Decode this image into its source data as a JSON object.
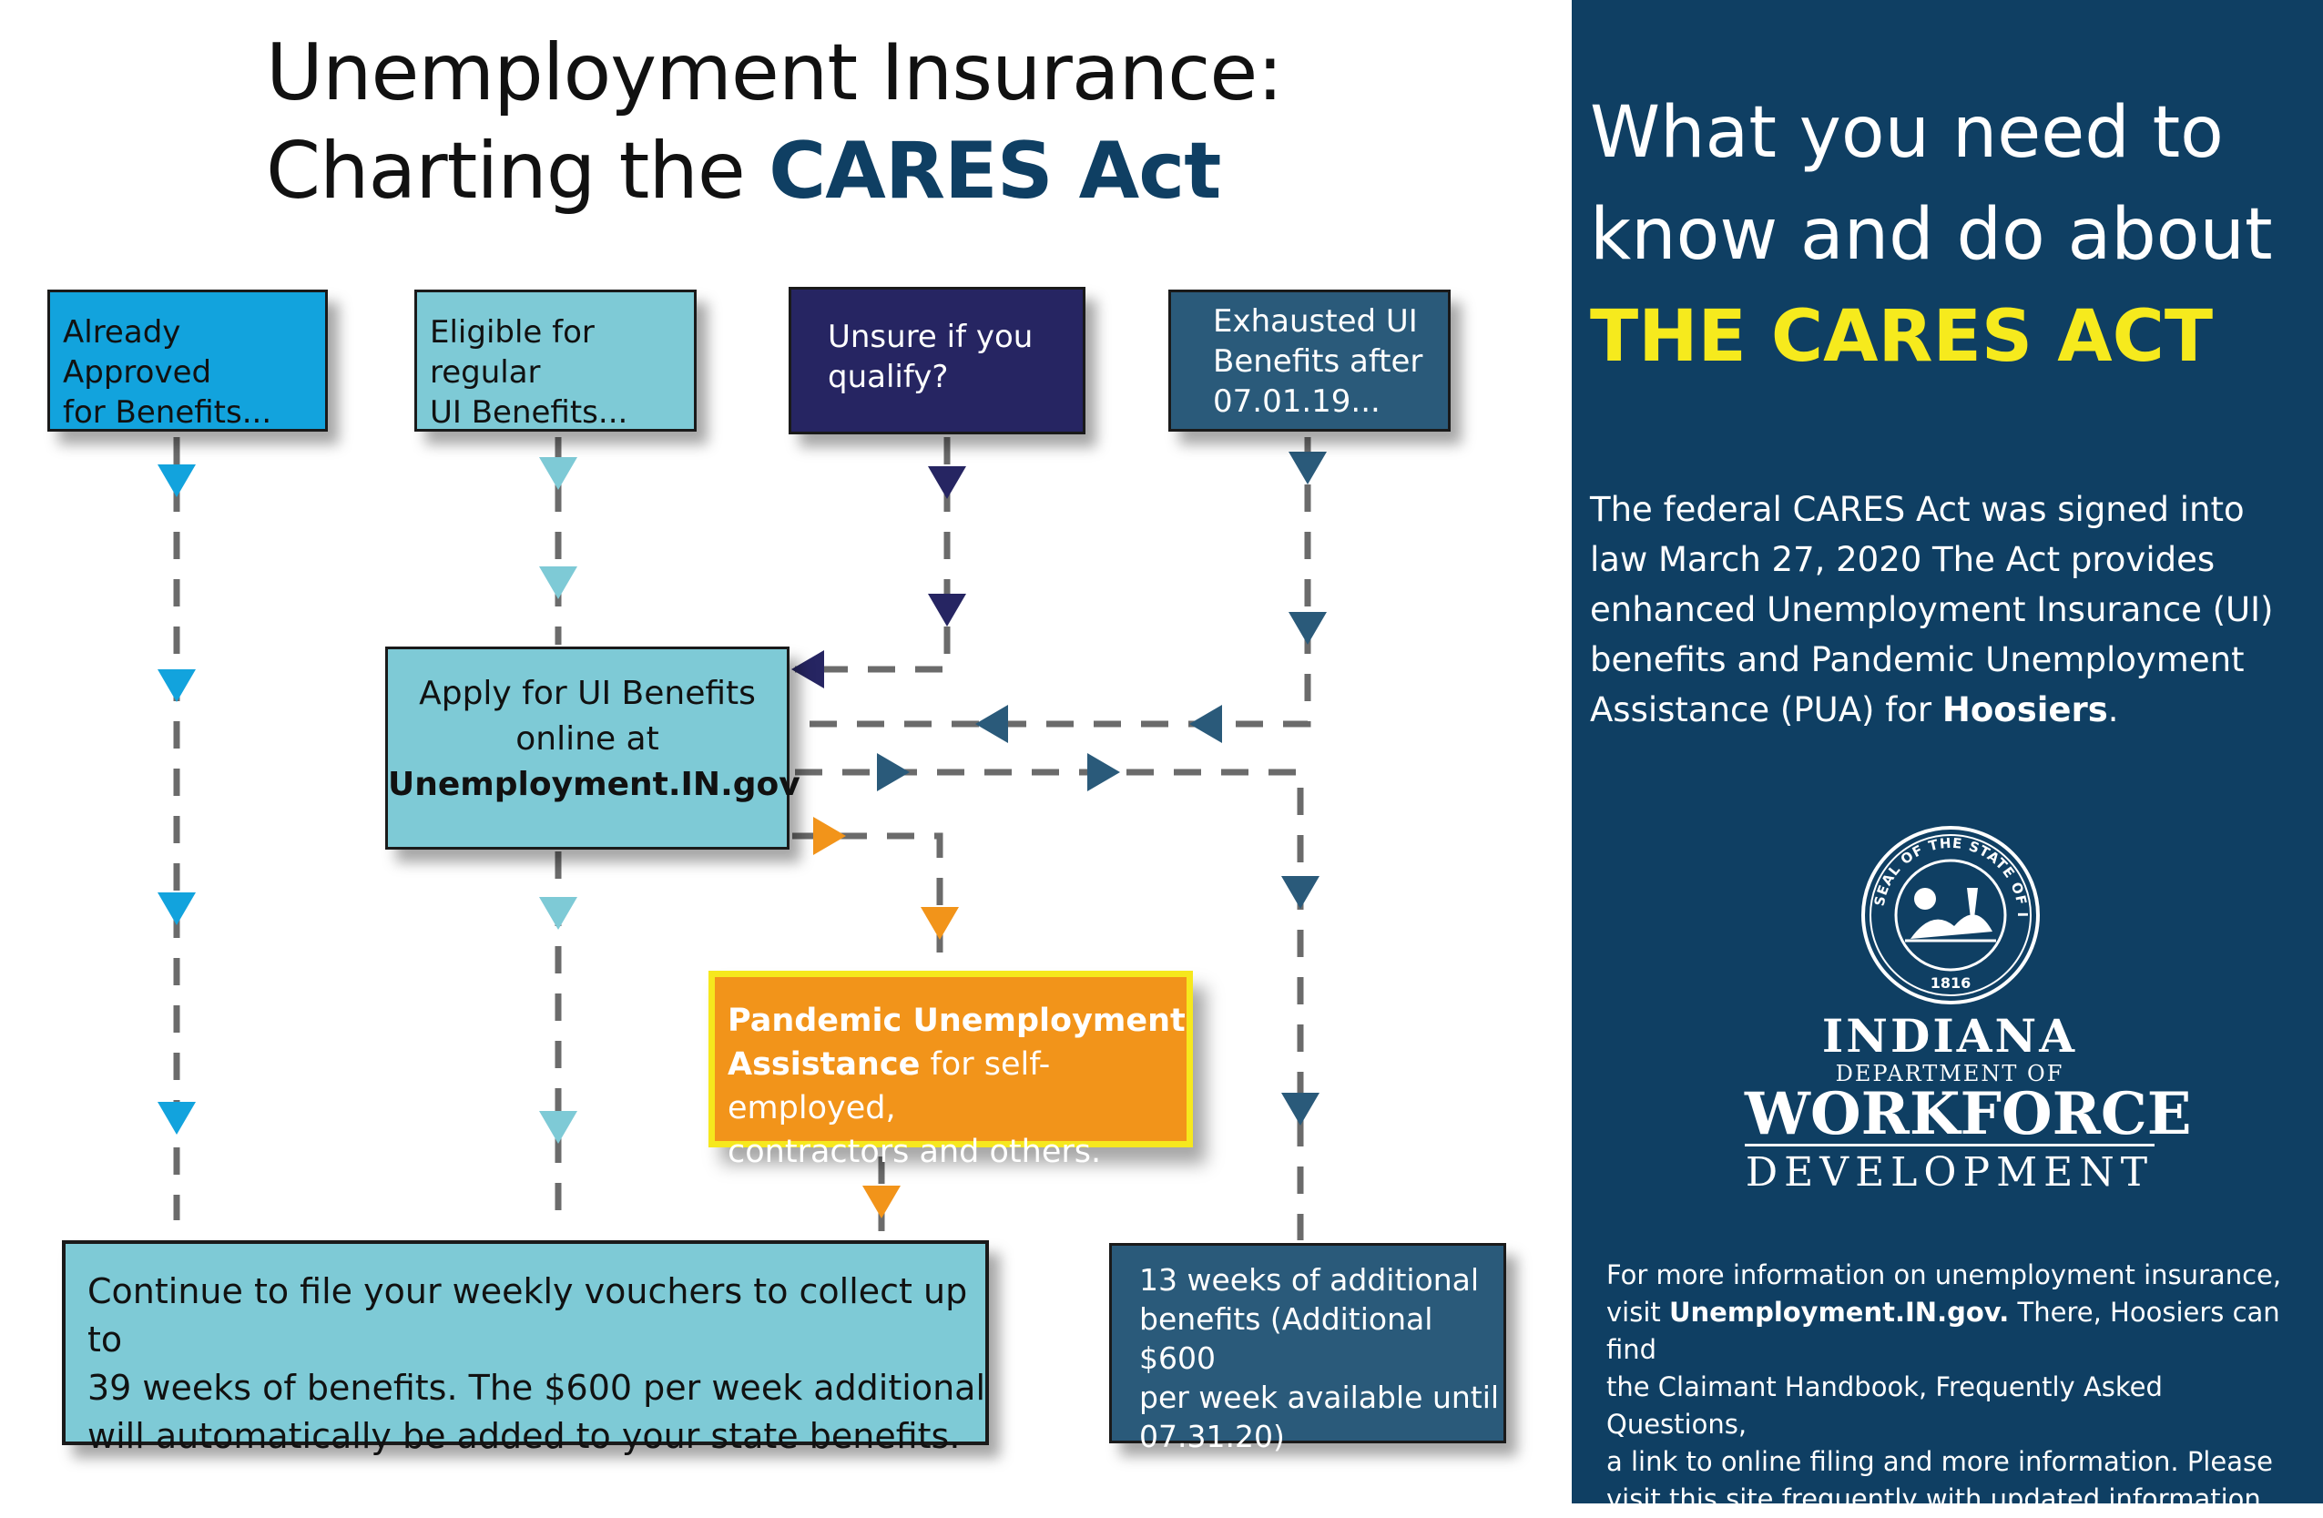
{
  "title": {
    "line1": "Unemployment Insurance:",
    "line2_prefix": "Charting the ",
    "line2_accent": "CARES Act"
  },
  "flow": {
    "already_approved": [
      "Already Approved",
      "for Benefits..."
    ],
    "eligible_regular": [
      "Eligible for regular",
      "UI Benefits..."
    ],
    "unsure": [
      "Unsure if you",
      "qualify?"
    ],
    "exhausted": [
      "Exhausted UI",
      "Benefits after",
      "07.01.19..."
    ],
    "apply": {
      "line1": "Apply for UI Benefits",
      "line2": "online at",
      "url": "Unemployment.IN.gov"
    },
    "pua": {
      "bold1": "Pandemic Unemployment",
      "bold2": "Assistance",
      "rest2": " for self-employed,",
      "line3": "contractors and others."
    },
    "continue_box": [
      "Continue to file your weekly vouchers to collect up to",
      "39 weeks of benefits. The $600 per week additional",
      "will automatically be added to your state benefits."
    ],
    "extra_weeks_box": [
      "13 weeks of additional",
      "benefits (Additional $600",
      "per week available until",
      "07.31.20)"
    ]
  },
  "panel": {
    "heading1": "What you need to",
    "heading2": "know and do about",
    "heading3": "THE CARES ACT",
    "body_lines": [
      "The federal CARES Act was signed into",
      "law March 27, 2020 The Act provides",
      "enhanced Unemployment Insurance (UI)",
      "benefits and Pandemic Unemployment"
    ],
    "body_last_prefix": "Assistance (PUA) for ",
    "body_last_bold": "Hoosiers",
    "body_last_suffix": ".",
    "seal_text": "SEAL OF THE STATE OF INDIANA",
    "seal_year": "1816",
    "logo": {
      "line1": "INDIANA",
      "line2": "DEPARTMENT OF",
      "line3": "WORKFORCE",
      "line4": "DEVELOPMENT"
    },
    "footer": {
      "line1": "For more information on unemployment insurance,",
      "line2_prefix": "visit ",
      "line2_bold": "Unemployment.IN.gov.",
      "line2_suffix": " There, Hoosiers can find",
      "line3": "the Claimant Handbook, Frequently Asked Questions,",
      "line4": "a link to online filing and more information. Please",
      "line5": "visit this site frequently with updated information."
    }
  },
  "colors": {
    "navy_panel": "#0f3f63",
    "yellow": "#f6ea1d",
    "bright_blue": "#12a3dd",
    "light_teal": "#7ecad6",
    "dark_indigo": "#262562",
    "steel_blue": "#2a5a7a",
    "orange": "#f2941a",
    "connector_gray": "#6b6b6b"
  }
}
